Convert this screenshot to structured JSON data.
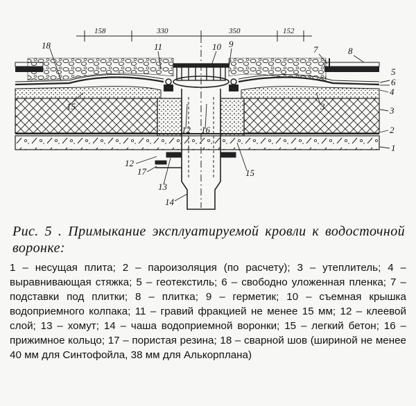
{
  "drawing": {
    "dimensions": [
      "158",
      "330",
      "350",
      "152"
    ],
    "labels": [
      "1",
      "2",
      "3",
      "4",
      "5",
      "6",
      "7",
      "8",
      "9",
      "10",
      "11",
      "12",
      "13",
      "14",
      "15",
      "16",
      "17",
      "18",
      "12",
      "15",
      "3"
    ]
  },
  "caption": "Рис.   5 . Примыкание эксплуатируемой кровли к водосточной воронке:",
  "legend": "1 – несущая плита; 2 – пароизоляция (по расчету); 3 – утеплитель; 4 – выравнивающая стяжка; 5 – геотекстиль; 6 – свободно уложенная пленка; 7 – подставки под плитки; 8 – плитка; 9 – герметик; 10 – съемная крышка водоприемного колпака; 11 – гравий фракцией не менее 15 мм; 12 – клеевой слой; 13 – хомут; 14 – чаша водоприемной воронки; 15 – легкий бетон; 16 – прижимное кольцо; 17 – пористая резина; 18 – сварной шов (шириной не менее 40 мм для Синтофойла, 38 мм для Алькорплана)"
}
